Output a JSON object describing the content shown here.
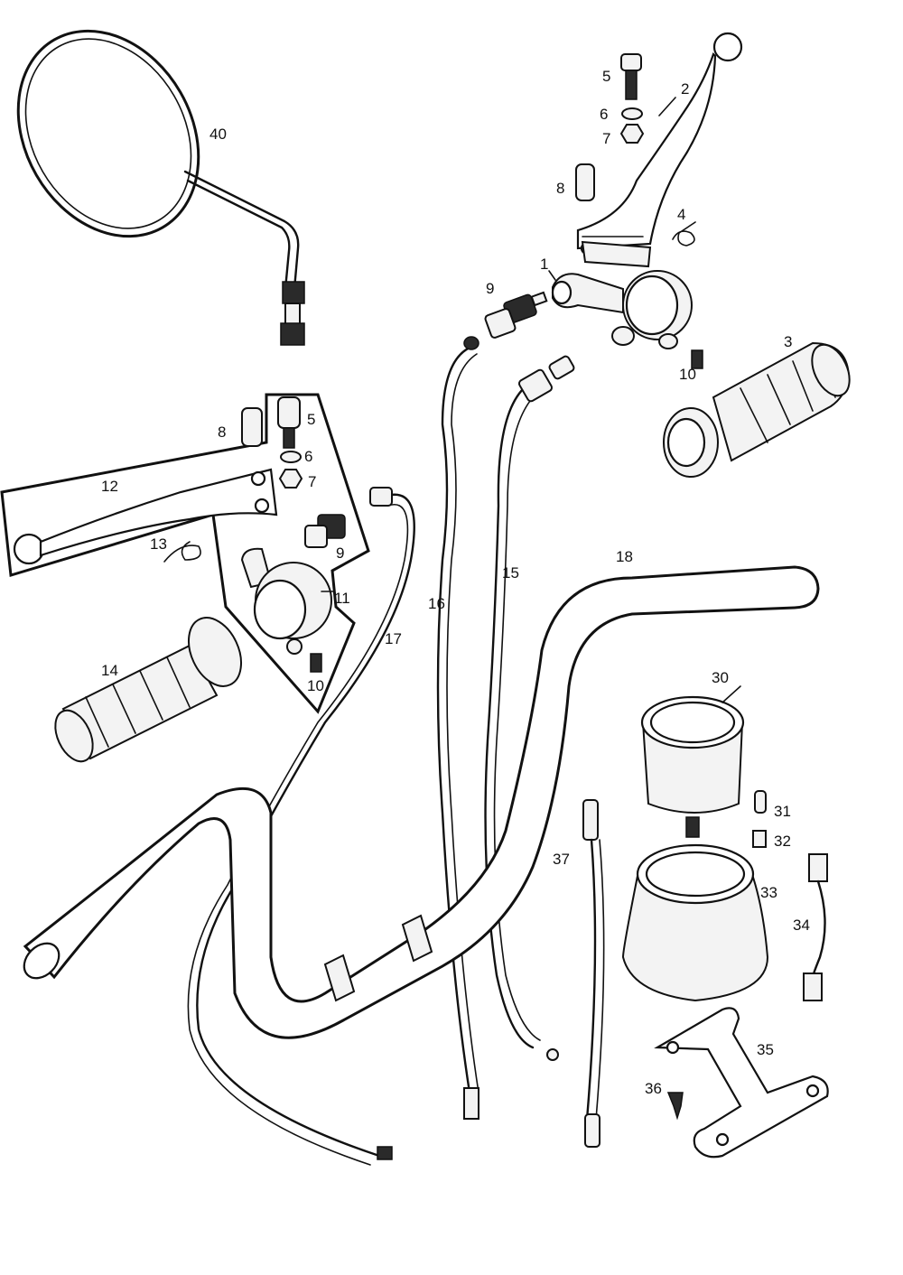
{
  "callouts": {
    "c1": "1",
    "c2": "2",
    "c3": "3",
    "c4": "4",
    "c5a": "5",
    "c6a": "6",
    "c7a": "7",
    "c8a": "8",
    "c9a": "9",
    "c10a": "10",
    "c5b": "5",
    "c6b": "6",
    "c7b": "7",
    "c8b": "8",
    "c9b": "9",
    "c10b": "10",
    "c11": "11",
    "c12": "12",
    "c13": "13",
    "c14": "14",
    "c15": "15",
    "c16": "16",
    "c17": "17",
    "c18": "18",
    "c30": "30",
    "c31": "31",
    "c32": "32",
    "c33": "33",
    "c34": "34",
    "c35": "35",
    "c36": "36",
    "c37": "37",
    "c40": "40"
  }
}
